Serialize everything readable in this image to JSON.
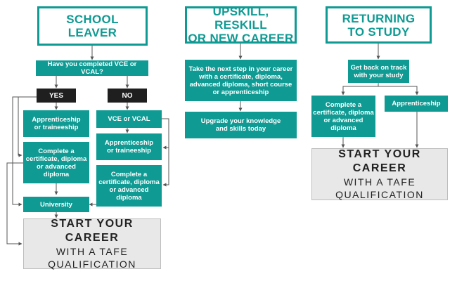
{
  "colors": {
    "teal": "#0f9a93",
    "dark": "#1f1f1f",
    "grey_box": "#e8e8e8",
    "arrow": "#555555"
  },
  "school": {
    "header": "SCHOOL\nLEAVER",
    "question": "Have you completed VCE or VCAL?",
    "yes": "YES",
    "no": "NO",
    "apprenticeship_left": "Apprenticeship\nor traineeship",
    "certificate_left": "Complete a\ncertificate, diploma\nor advanced\ndiploma",
    "university": "University",
    "vce_vcal": "VCE or VCAL",
    "apprenticeship_right": "Apprenticeship\nor traineeship",
    "certificate_right": "Complete a\ncertificate, diploma\nor advanced\ndiploma",
    "result_line1": "START YOUR CAREER",
    "result_line2": "WITH A TAFE\nQUALIFICATION"
  },
  "upskill": {
    "header": "UPSKILL, RESKILL\nOR NEW CAREER",
    "step1": "Take the next step in your career\nwith a certificate, diploma,\nadvanced diploma, short course\nor apprenticeship",
    "step2": "Upgrade your knowledge\nand skills today"
  },
  "returning": {
    "header": "RETURNING\nTO STUDY",
    "step1": "Get back on track\nwith your study",
    "certificate": "Complete a\ncertificate, diploma\nor advanced\ndiploma",
    "apprenticeship": "Apprenticeship",
    "result_line1": "START YOUR CAREER",
    "result_line2": "WITH A TAFE\nQUALIFICATION"
  }
}
